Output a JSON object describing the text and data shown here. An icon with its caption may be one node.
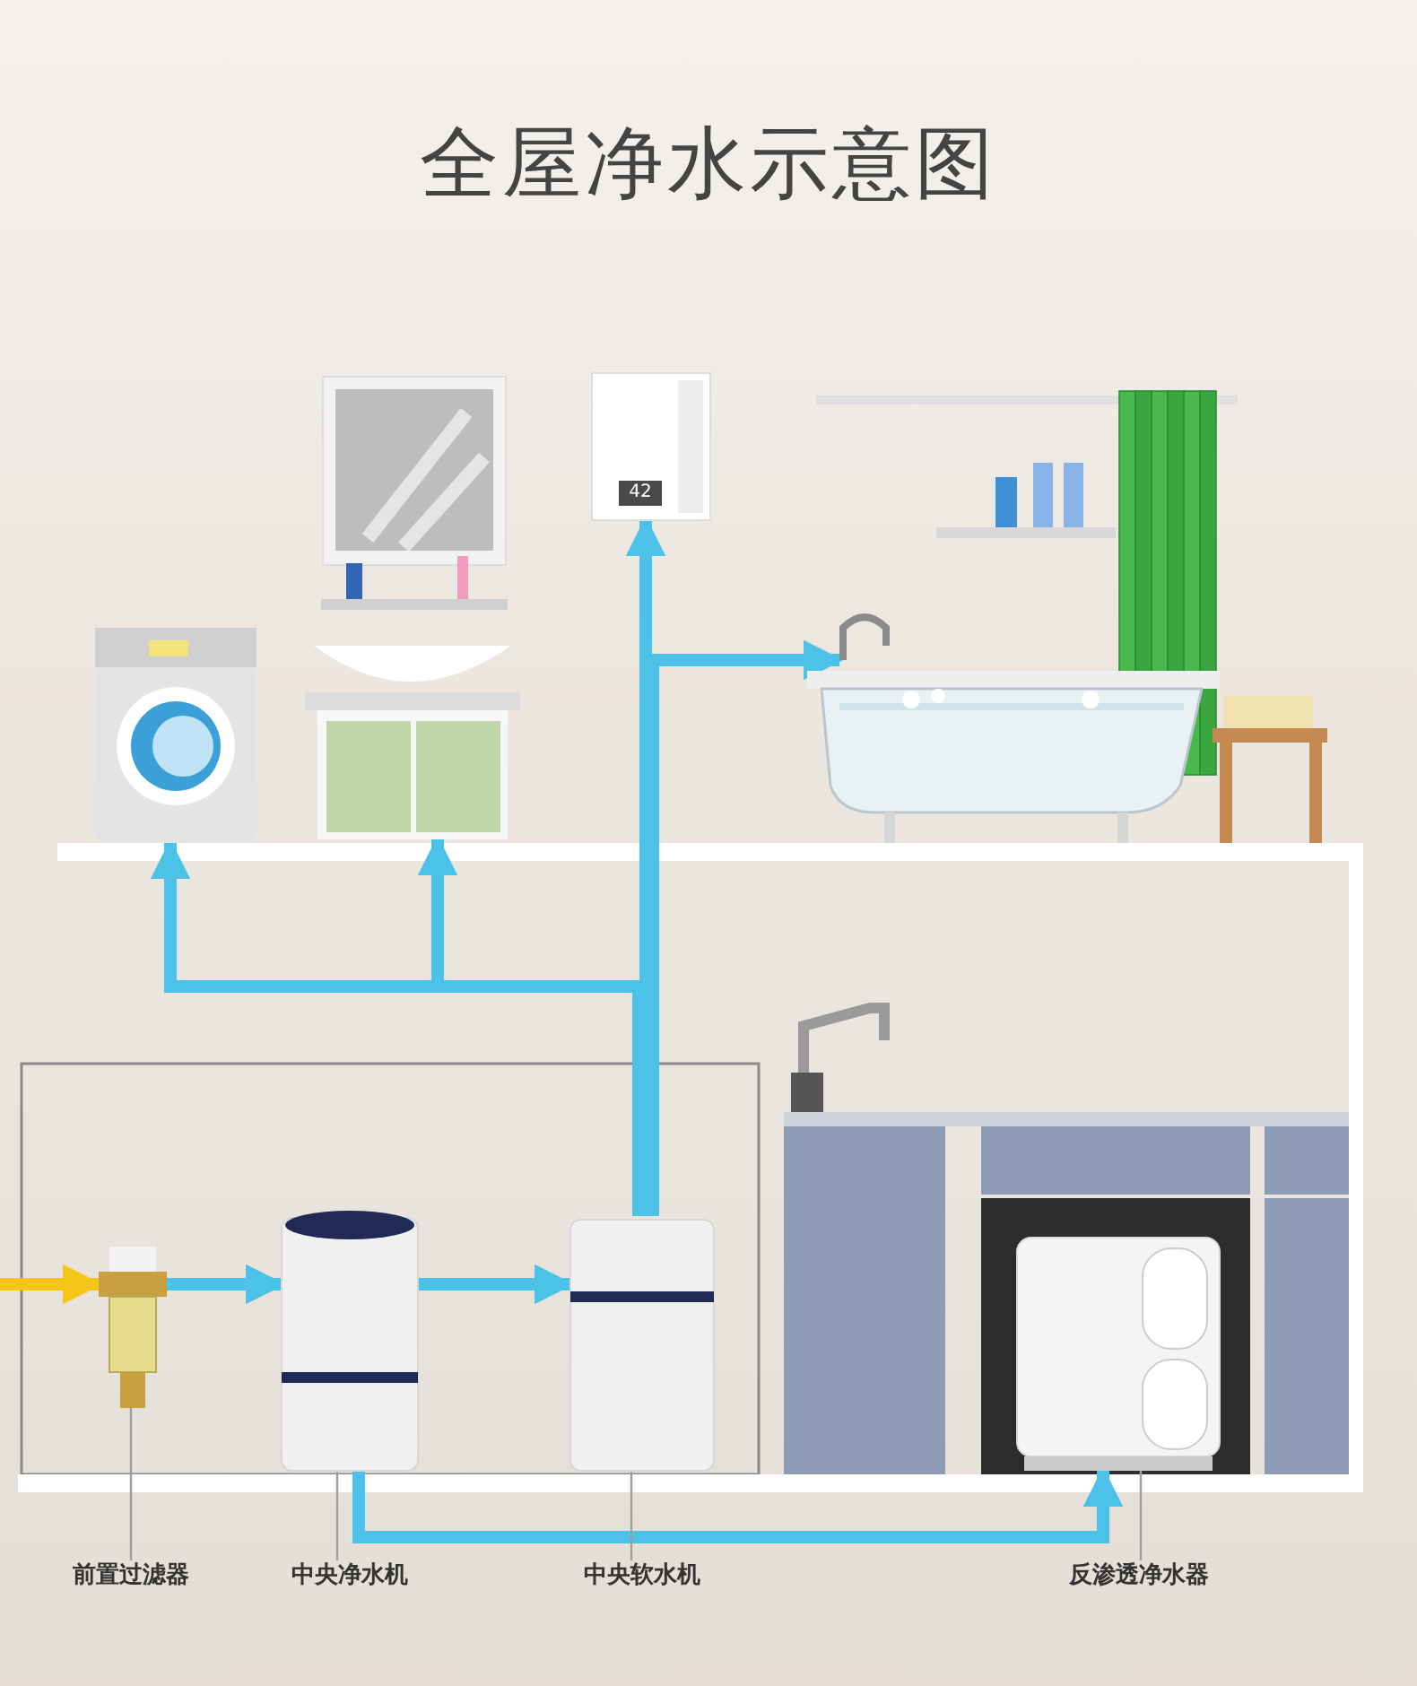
{
  "diagram": {
    "title": "全屋净水示意图",
    "nodes": [
      {
        "text": [],
        "shape": "picture"
      },
      {
        "text": [],
        "shape": "picture"
      },
      {
        "text": [],
        "shape": "picture"
      },
      {
        "text": [],
        "shape": "picture"
      },
      {
        "text": [],
        "shape": "picture"
      },
      {
        "text": [],
        "shape": "picture"
      },
      {
        "text": [],
        "shape": "picture"
      },
      {
        "text": [],
        "shape": "picture"
      },
      {
        "text": [
          "前置过滤器"
        ]
      },
      {
        "text": [
          "中央净水机"
        ]
      },
      {
        "text": [
          "中央软水机"
        ]
      },
      {
        "text": [
          "反渗透净水器"
        ]
      }
    ],
    "edges": [
      {
        "from": null,
        "to": 4,
        "arrow": "to",
        "color": "#f5c518"
      },
      {
        "from": 4,
        "to": 5,
        "arrow": "to"
      },
      {
        "from": 5,
        "to": 6,
        "arrow": "to"
      },
      {
        "from": 6,
        "to": 2,
        "arrow": "to"
      },
      {
        "from": 6,
        "to": 3,
        "arrow": "to"
      },
      {
        "from": 6,
        "to": 1,
        "arrow": "to"
      },
      {
        "from": 6,
        "to": 0,
        "arrow": "to"
      },
      {
        "from": 5,
        "to": 7,
        "arrow": "to"
      },
      {
        "from": 8,
        "to": 4,
        "arrow": "none",
        "color": "#9e9e9e"
      },
      {
        "from": 9,
        "to": 5,
        "arrow": "none",
        "color": "#9e9e9e"
      },
      {
        "from": 10,
        "to": 6,
        "arrow": "none",
        "color": "#9e9e9e"
      },
      {
        "from": 11,
        "to": 7,
        "arrow": "none",
        "color": "#9e9e9e"
      }
    ],
    "labels": [
      "42"
    ]
  }
}
